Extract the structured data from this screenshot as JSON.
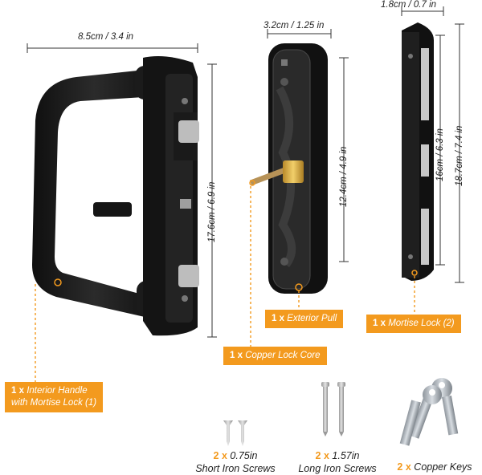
{
  "dimensions": {
    "handle_width": "8.5cm / 3.4 in",
    "handle_height": "17.6cm / 6.9 in",
    "pull_width": "3.2cm / 1.25 in",
    "pull_hole_spacing": "12.4cm / 4.9 in",
    "lock_width": "1.8cm / 0.7 in",
    "lock_hole_spacing": "16cm / 6.3 in",
    "lock_height": "18.7cm / 7.4 in"
  },
  "labels": {
    "interior_qty": "1 x",
    "interior_text_1": "Interior Handle",
    "interior_text_2": "with Mortise Lock (1)",
    "exterior_qty": "1 x",
    "exterior_text": "Exterior Pull",
    "mortise_qty": "1 x",
    "mortise_text": "Mortise Lock (2)",
    "copper_core_qty": "1 x",
    "copper_core_text": "Copper Lock Core"
  },
  "accessories": [
    {
      "qty": "2 x",
      "size": "0.75in",
      "name": "Short Iron Screws"
    },
    {
      "qty": "2 x",
      "size": "1.57in",
      "name": "Long Iron Screws"
    },
    {
      "qty": "2 x",
      "size": "",
      "name": "Copper Keys"
    }
  ],
  "colors": {
    "accent": "#f39a1e",
    "hardware": "#1c1c1c"
  }
}
